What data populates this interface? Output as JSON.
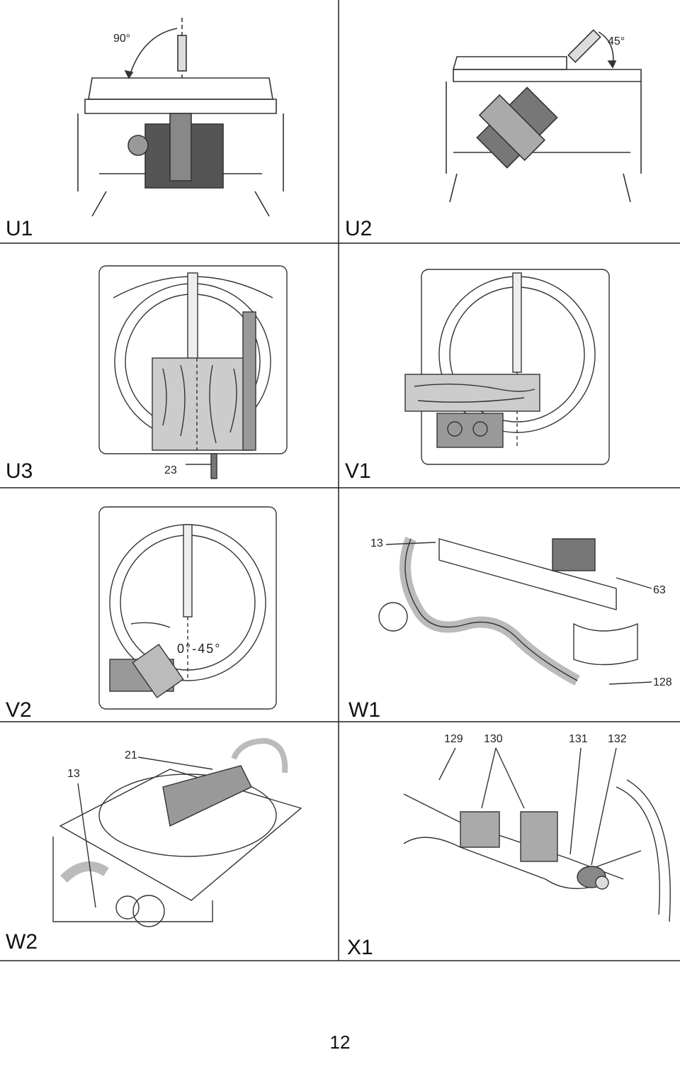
{
  "figures": {
    "u1": {
      "label": "U1",
      "angle": "90°"
    },
    "u2": {
      "label": "U2",
      "angle": "45°"
    },
    "u3": {
      "label": "U3",
      "callout": "23"
    },
    "v1": {
      "label": "V1"
    },
    "v2": {
      "label": "V2",
      "angle": "0°-45°"
    },
    "w1": {
      "label": "W1",
      "callouts": [
        "13",
        "63",
        "128"
      ]
    },
    "w2": {
      "label": "W2",
      "callouts": [
        "13",
        "21"
      ]
    },
    "x1": {
      "label": "X1",
      "callouts": [
        "129",
        "130",
        "131",
        "132"
      ]
    }
  },
  "page_number": "12"
}
